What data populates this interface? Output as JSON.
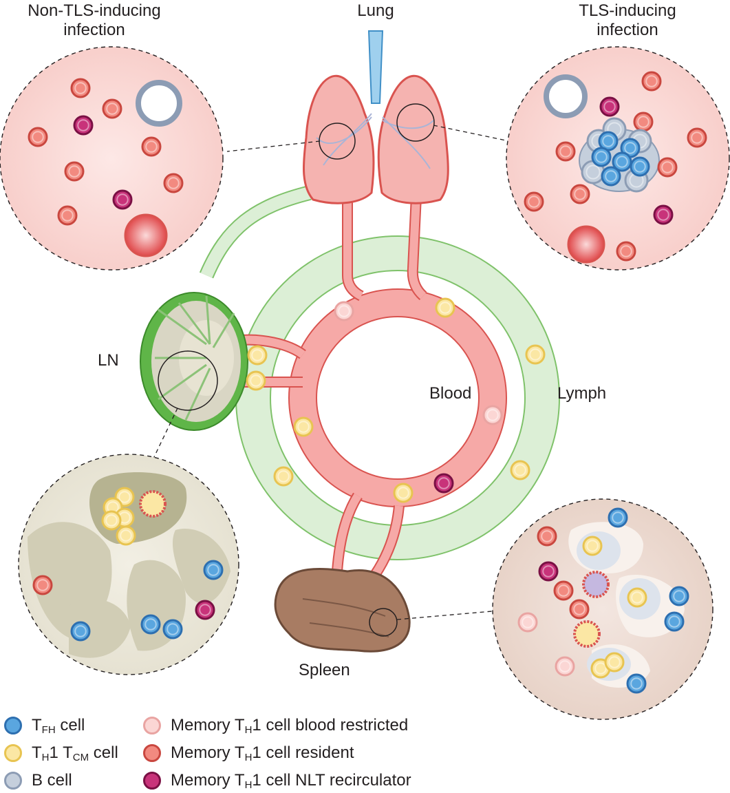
{
  "labels": {
    "non_tls": [
      "Non-TLS-inducing",
      "infection"
    ],
    "lung": "Lung",
    "tls": [
      "TLS-inducing",
      "infection"
    ],
    "ln": "LN",
    "blood": "Blood",
    "lymph": "Lymph",
    "spleen": "Spleen"
  },
  "legend": [
    {
      "pre": "T",
      "sub": "FH",
      "post": " cell",
      "color": "#5aa6df",
      "edge": "#2d6fb0"
    },
    {
      "pre": "T",
      "sub": "H",
      "mid": "1 T",
      "sub2": "CM",
      "post": " cell",
      "color": "#fbe7a4",
      "edge": "#e8c451"
    },
    {
      "pre": "B cell",
      "color": "#c5cfdc",
      "edge": "#8c9cb4"
    },
    {
      "pre": "Memory T",
      "sub": "H",
      "post": "1 cell blood restricted",
      "color": "#fbd6d4",
      "edge": "#e9a4a2"
    },
    {
      "pre": "Memory T",
      "sub": "H",
      "post": "1 cell resident",
      "color": "#f28a80",
      "edge": "#c9473f"
    },
    {
      "pre": "Memory T",
      "sub": "H",
      "post": "1 cell NLT recirculator",
      "color": "#c8337a",
      "edge": "#7a1044"
    }
  ],
  "colors": {
    "tfh": "#5aa6df",
    "tcm": "#fbe7a4",
    "bcell": "#c5cfdc",
    "blood_restricted": "#fbd6d4",
    "resident": "#f28a80",
    "nlt": "#c8337a",
    "blood_vessel": "#f49a9a",
    "lymph_vessel": "#d9f0d3",
    "lymph_edge": "#7fc26a",
    "lung": "#f5b3b0",
    "spleen": "#a87c63",
    "ln": "#5fb548"
  }
}
